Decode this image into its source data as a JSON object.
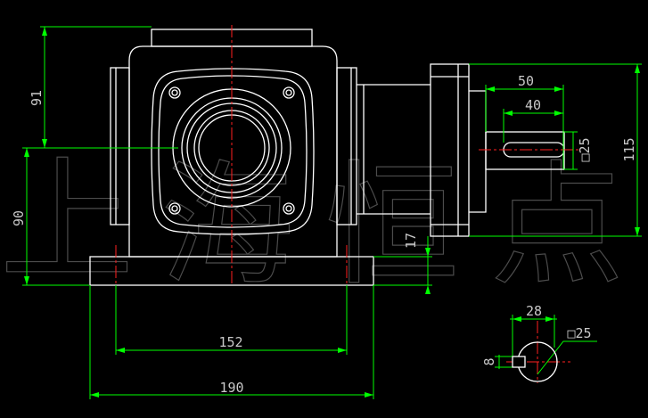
{
  "watermark": [
    "上",
    "海",
    "恒",
    "点"
  ],
  "dimensions": {
    "height_upper": "91",
    "height_lower": "90",
    "shaft_length_outer": "50",
    "shaft_length_key": "40",
    "shaft_square": "□25",
    "flange_height": "115",
    "base_thickness": "17",
    "bolt_spacing": "152",
    "base_width": "190",
    "section_depth": "28",
    "section_square": "□25",
    "key_width": "8"
  },
  "colors": {
    "background": "#000000",
    "outline": "#ffffff",
    "dimension": "#00ff00",
    "text": "#c8c8c8",
    "centerline": "#ff2020"
  }
}
